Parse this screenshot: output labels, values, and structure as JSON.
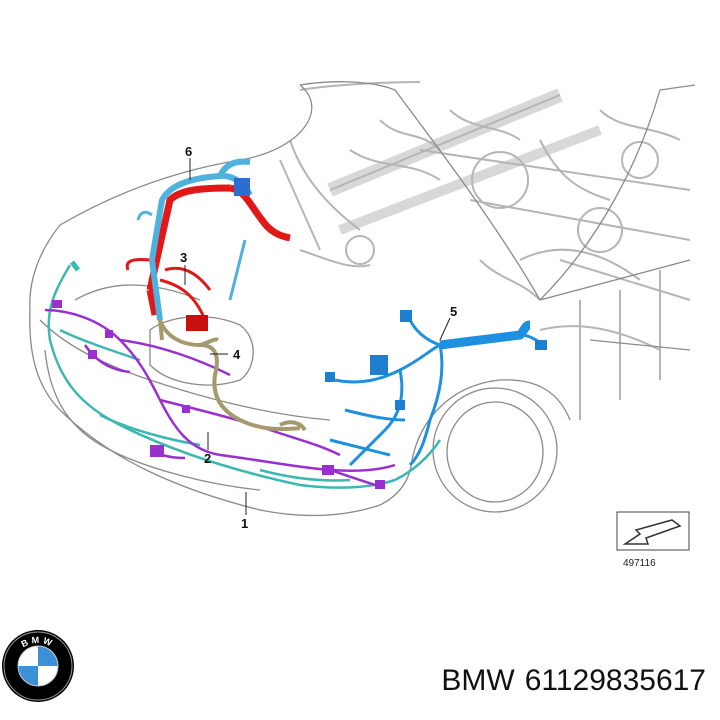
{
  "diagram": {
    "callouts": [
      "1",
      "2",
      "3",
      "4",
      "5",
      "6"
    ],
    "reference_number": "497116",
    "harness_colors": {
      "bumper_harness": "#3bb8b0",
      "purple_harness": "#9a2fd0",
      "red_harness": "#e01818",
      "engine_harness": "#a59a6e",
      "blue_harness": "#1e90e0",
      "light_blue_harness": "#4fb2de",
      "engine_bay_outline": "#b5b5b5",
      "body_outline": "#8a8a8a"
    }
  },
  "brand": {
    "logo_icon": "bmw-roundel-icon",
    "logo_letters": "BMW",
    "name": "BMW",
    "part_number": "61129835617"
  }
}
